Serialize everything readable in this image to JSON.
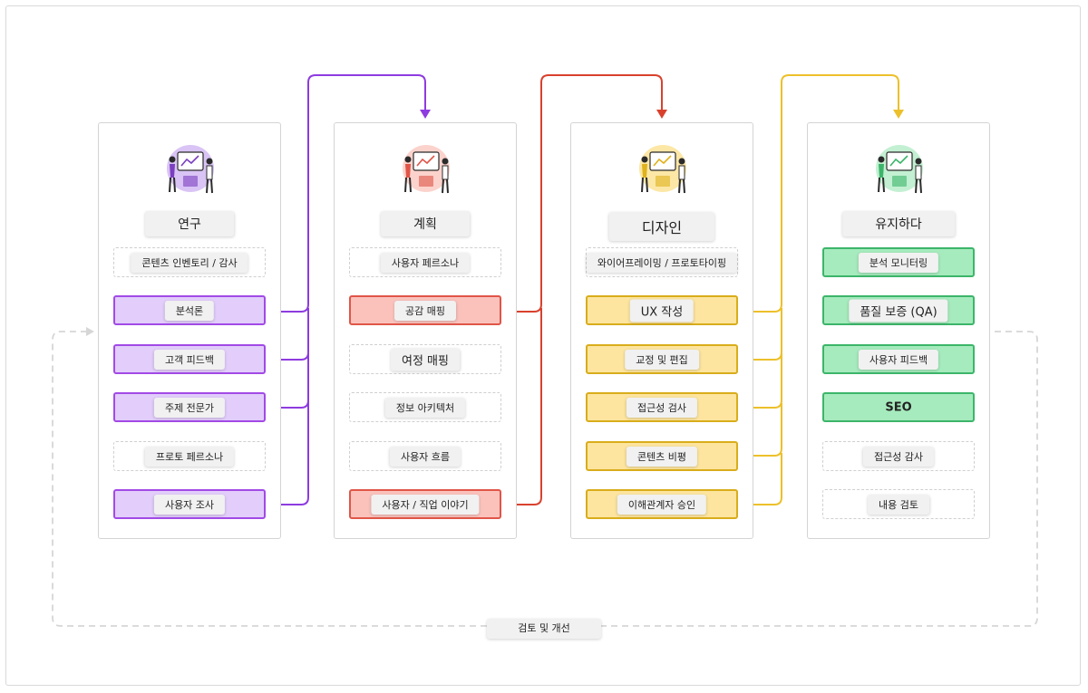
{
  "colors": {
    "purple": "#a24ae6",
    "red": "#e05548",
    "yellow": "#e9bd24",
    "green": "#3cb56a",
    "loop": "#d6d6d6"
  },
  "columns": [
    {
      "title": "연구",
      "illustration": "people-reviewing-charts-illustration",
      "items": [
        {
          "label": "콘텐츠 인벤토리 / 감사",
          "style": "dashed"
        },
        {
          "label": "분석론",
          "style": "purple"
        },
        {
          "label": "고객 피드백",
          "style": "purple"
        },
        {
          "label": "주제 전문가",
          "style": "purple"
        },
        {
          "label": "프로토 페르소나",
          "style": "dashed"
        },
        {
          "label": "사용자 조사",
          "style": "purple"
        }
      ]
    },
    {
      "title": "계획",
      "illustration": "people-planning-at-board-illustration",
      "items": [
        {
          "label": "사용자 페르소나",
          "style": "dashed"
        },
        {
          "label": "공감 매핑",
          "style": "red"
        },
        {
          "label": "여정 매핑",
          "style": "dashed"
        },
        {
          "label": "정보 아키텍처",
          "style": "dashed"
        },
        {
          "label": "사용자 흐름",
          "style": "dashed"
        },
        {
          "label": "사용자 / 직업 이야기",
          "style": "red"
        }
      ]
    },
    {
      "title": "디자인",
      "illustration": "designer-at-laptop-illustration",
      "items": [
        {
          "label": "와이어프레이밍 / 프로토타이핑",
          "style": "dashed"
        },
        {
          "label": "UX 작성",
          "style": "yellow"
        },
        {
          "label": "교정 및 편집",
          "style": "yellow"
        },
        {
          "label": "접근성 검사",
          "style": "yellow"
        },
        {
          "label": "콘텐츠 비평",
          "style": "yellow"
        },
        {
          "label": "이해관계자 승인",
          "style": "yellow"
        }
      ]
    },
    {
      "title": "유지하다",
      "illustration": "people-maintaining-dashboard-illustration",
      "items": [
        {
          "label": "분석 모니터링",
          "style": "green"
        },
        {
          "label": "품질 보증 (QA)",
          "style": "green"
        },
        {
          "label": "사용자 피드백",
          "style": "green"
        },
        {
          "label": "SEO",
          "style": "green"
        },
        {
          "label": "접근성 감사",
          "style": "dashed"
        },
        {
          "label": "내용 검토",
          "style": "dashed"
        }
      ]
    }
  ],
  "loop": {
    "label": "검토 및 개선"
  }
}
